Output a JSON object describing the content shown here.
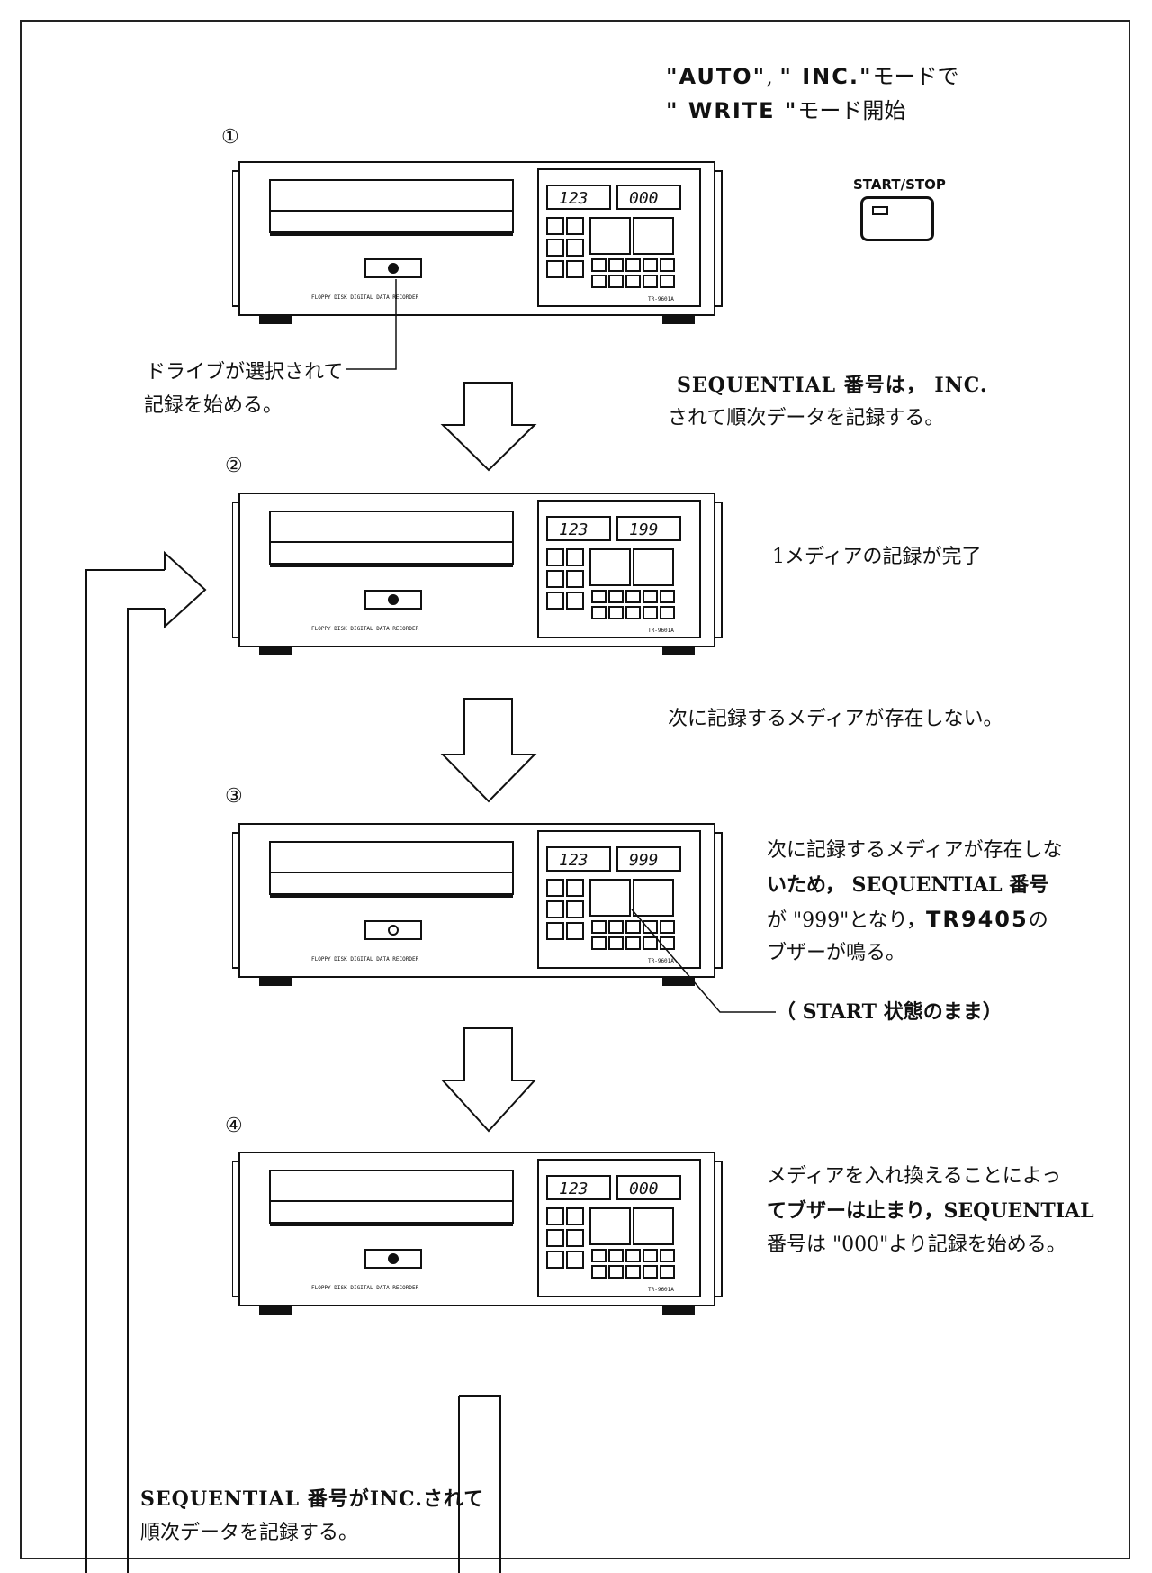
{
  "header": {
    "line1_q1": "\"AUTO\"",
    "line1_sep": ", ",
    "line1_q2": "\" INC.\"",
    "line1_rest": "モードで",
    "line2_q": "\" WRITE \"",
    "line2_rest": "モード開始"
  },
  "start_stop": {
    "label": "START/STOP"
  },
  "steps": [
    {
      "number": "①",
      "display_left": "123",
      "display_right": "000"
    },
    {
      "number": "②",
      "display_left": "123",
      "display_right": "199"
    },
    {
      "number": "③",
      "display_left": "123",
      "display_right": "999"
    },
    {
      "number": "④",
      "display_left": "123",
      "display_right": "000"
    }
  ],
  "device": {
    "model_text": "FLOPPY DISK DIGITAL DATA RECORDER",
    "model_number": "TR-9601A"
  },
  "notes": {
    "drive_line1": "ドライブが選択されて",
    "drive_line2": "記録を始める。",
    "seq_inc_line1": "SEQUENTIAL 番号は， INC.",
    "seq_inc_line2": "されて順次データを記録する。",
    "media_complete": "1メディアの記録が完了",
    "no_next_media": "次に記録するメディアが存在しない。",
    "step3_line1": "次に記録するメディアが存在しな",
    "step3_line2": "いため， SEQUENTIAL 番号",
    "step3_line3a": "が \"999\"となり，",
    "step3_line3b": "TR9405",
    "step3_line3c": "の",
    "step3_line4": "ブザーが鳴る。",
    "start_state": "（ START 状態のまま）",
    "step4_line1": "メディアを入れ換えることによっ",
    "step4_line2": "てブザーは止まり，SEQUENTIAL",
    "step4_line3": "番号は \"000\"より記録を始める。",
    "bottom_line1": "SEQUENTIAL 番号がINC.されて",
    "bottom_line2": "順次データを記録する。"
  }
}
